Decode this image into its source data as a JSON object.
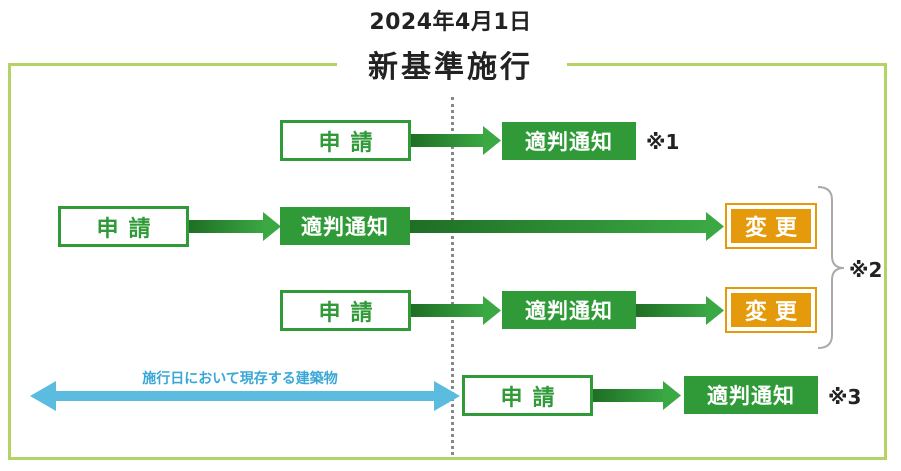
{
  "header": {
    "date": "2024年4月1日",
    "title": "新基準施行"
  },
  "flow_1": {
    "apply": "申請",
    "notice": "適判通知",
    "note": "※1"
  },
  "flow_2": {
    "apply": "申請",
    "notice": "適判通知",
    "change": "変更"
  },
  "flow_3": {
    "apply": "申請",
    "notice": "適判通知",
    "change": "変更"
  },
  "group_note": "※2",
  "flow_4": {
    "existing_label": "施行日において現存する建築物",
    "apply": "申請",
    "notice": "適判通知",
    "note": "※3"
  },
  "colors": {
    "green": "#2f9a37",
    "frame_green": "#b3d465",
    "orange": "#e59a0c",
    "blue": "#5bbce0"
  }
}
